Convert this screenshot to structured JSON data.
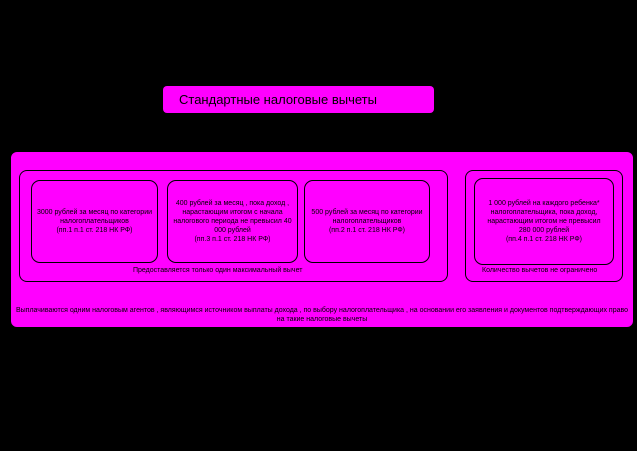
{
  "title": "Стандартные налоговые вычеты",
  "deductions": [
    {
      "text": "3000 рублей за месяц по категории налогоплательщиков\n(пп.1 п.1 ст. 218 НК РФ)"
    },
    {
      "text": "400 рублей за месяц , пока доход , нарастающим итогом с начала налогового периода не превысил 40 000 рублей\n(пп.3 п.1 ст. 218 НК РФ)"
    },
    {
      "text": "500 рублей за месяц по категории налогоплательщиков\n(пп.2 п.1 ст. 218 НК РФ)"
    },
    {
      "text": "1 000 рублей на каждого ребенка* налогоплательщика, пока доход, нарастающим итогом не превысил\n280 000 рублей\n(пп.4 п.1 ст. 218 НК РФ)"
    }
  ],
  "notes": {
    "left": "Предоставляется только один максимальный вычет",
    "right": "Количество вычетов не ограничено"
  },
  "footer": "Выплачиваются одним налоговым агентов , являющимся источником выплаты дохода , по выбору налогоплательщика , на основании его заявления и документов подтверждающих право на такие налоговые вычеты",
  "colors": {
    "background": "#000000",
    "fill": "#ff00ff",
    "ink": "#000000"
  }
}
